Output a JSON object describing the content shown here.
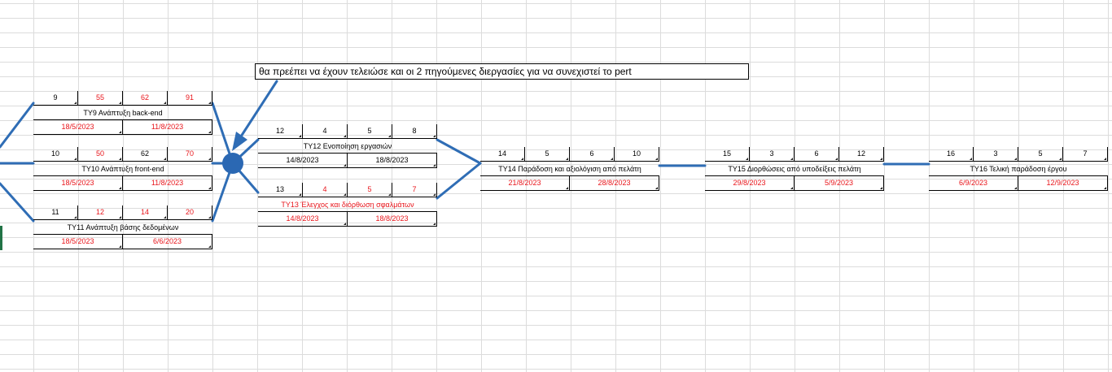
{
  "colors": {
    "connector": "#2f6db5",
    "node_circle": "#2b68b3",
    "red_text": "#e8151b",
    "grid": "#dcdcdc",
    "selection": "#217346"
  },
  "annotation": "θα πρεέπει να έχουν τελειώσε και οι 2 πηγούμενες διεργασίες για να συνεχιστεί το pert",
  "nodes": {
    "ty9": {
      "top": [
        "9",
        "55",
        "62",
        "91"
      ],
      "name": "ΤΥ9 Ανάπτυξη back-end",
      "start": "18/5/2023",
      "end": "11/8/2023"
    },
    "ty10": {
      "top": [
        "10",
        "50",
        "62",
        "70"
      ],
      "name": "ΤΥ10 Ανάπτυξη front-end",
      "start": "18/5/2023",
      "end": "11/8/2023"
    },
    "ty11": {
      "top": [
        "11",
        "12",
        "14",
        "20"
      ],
      "name": "ΤΥ11 Ανάπτυξη βάσης δεδομένων",
      "start": "18/5/2023",
      "end": "6/6/2023"
    },
    "ty12": {
      "top": [
        "12",
        "4",
        "5",
        "8"
      ],
      "name": "ΤΥ12 Ενοποίηση εργασιών",
      "start": "14/8/2023",
      "end": "18/8/2023"
    },
    "ty13": {
      "top": [
        "13",
        "4",
        "5",
        "7"
      ],
      "name": "ΤΥ13 Έλεγχος και διόρθωση σφαλμάτων",
      "start": "14/8/2023",
      "end": "18/8/2023"
    },
    "ty14": {
      "top": [
        "14",
        "5",
        "6",
        "10"
      ],
      "name": "ΤΥ14 Παράδοση και αξιολόγιση από πελάτη",
      "start": "21/8/2023",
      "end": "28/8/2023"
    },
    "ty15": {
      "top": [
        "15",
        "3",
        "6",
        "12"
      ],
      "name": "ΤΥ15 Διορθώσεις από υποδείξεις πελάτη",
      "start": "29/8/2023",
      "end": "5/9/2023"
    },
    "ty16": {
      "top": [
        "16",
        "3",
        "5",
        "7"
      ],
      "name": "ΤΥ16 Τελική παράδοση έργου",
      "start": "6/9/2023",
      "end": "12/9/2023"
    }
  }
}
